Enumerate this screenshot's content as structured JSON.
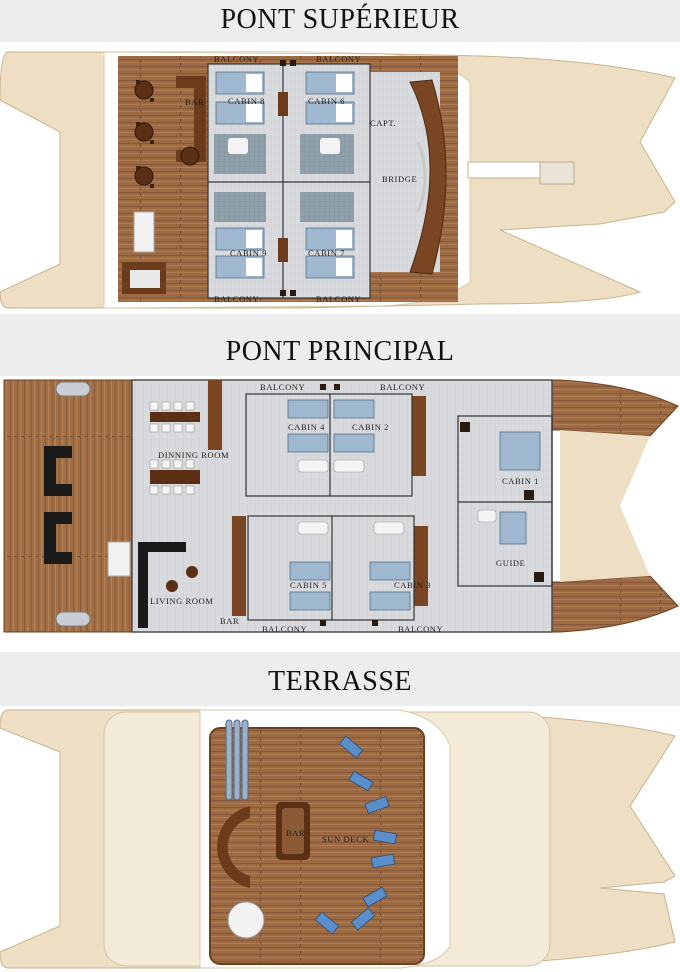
{
  "decks": {
    "upper": {
      "title": "PONT SUPÉRIEUR",
      "labels": {
        "balcony_nw": "BALCONY",
        "balcony_ne": "BALCONY",
        "balcony_sw": "BALCONY",
        "balcony_se": "BALCONY",
        "bar": "BAR",
        "cabin8": "CABIN 8",
        "cabin6": "CABIN 6",
        "cabin9": "CABIN 9",
        "cabin7": "CABIN 7",
        "capt": "CAPT.",
        "bridge": "BRIDGE"
      }
    },
    "main": {
      "title": "PONT PRINCIPAL",
      "labels": {
        "balcony_n1": "BALCONY",
        "balcony_n2": "BALCONY",
        "balcony_s1": "BALCONY",
        "balcony_s2": "BALCONY",
        "dining": "DINNING ROOM",
        "living": "LIVING ROOM",
        "bar": "BAR",
        "cabin4": "CABIN 4",
        "cabin2": "CABIN 2",
        "cabin5": "CABIN 5",
        "cabin3": "CABIN 3",
        "cabin1": "CABIN 1",
        "guide": "GUIDE"
      }
    },
    "terrace": {
      "title": "TERRASSE",
      "labels": {
        "bar": "BAR",
        "sundeck": "SUN DECK"
      }
    }
  },
  "colors": {
    "hull": "#eedfc4",
    "hull_edge": "#c9b28d",
    "wood": "#9c6b43",
    "wood_dark": "#6e3f1e",
    "floor": "#d7d8db",
    "band": "#ededed"
  }
}
